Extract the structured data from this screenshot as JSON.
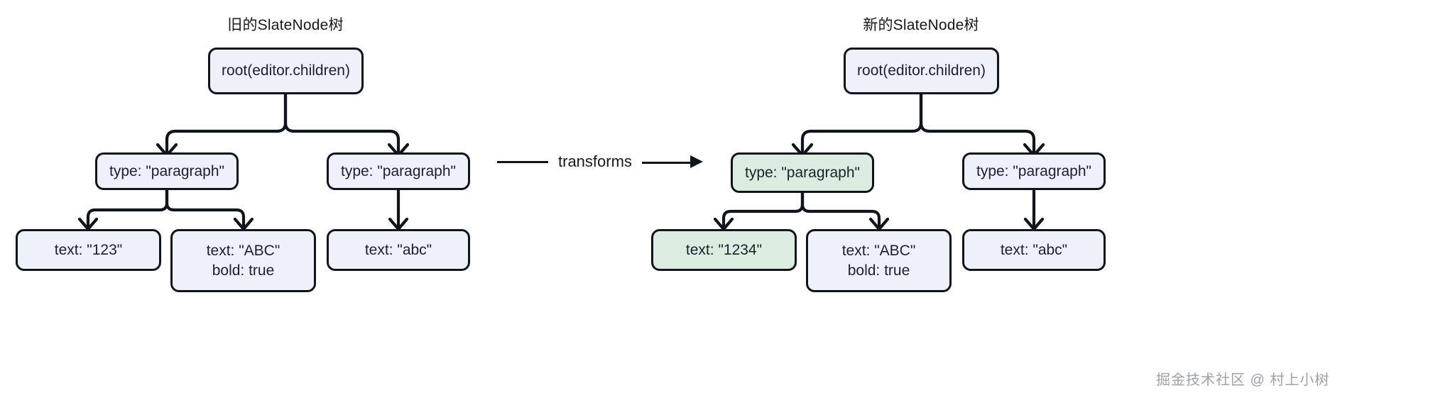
{
  "diagram": {
    "type": "tree-comparison",
    "background_color": "#ffffff",
    "node_fill_default": "#eef1fa",
    "node_fill_highlight": "#dcece0",
    "node_border_color": "#10141c",
    "connector_color": "#10141c",
    "transition_label": "transforms"
  },
  "left_tree": {
    "title": "旧的SlateNode树",
    "root": {
      "label": "root(editor.children)",
      "highlight": false
    },
    "level2": [
      {
        "label": "type: \"paragraph\"",
        "highlight": false
      },
      {
        "label": "type: \"paragraph\"",
        "highlight": false
      }
    ],
    "leaves": [
      {
        "line1": "text: \"123\"",
        "line2": "",
        "highlight": false
      },
      {
        "line1": "text: \"ABC\"",
        "line2": "bold: true",
        "highlight": false
      },
      {
        "line1": "text: \"abc\"",
        "line2": "",
        "highlight": false
      }
    ]
  },
  "right_tree": {
    "title": "新的SlateNode树",
    "root": {
      "label": "root(editor.children)",
      "highlight": false
    },
    "level2": [
      {
        "label": "type: \"paragraph\"",
        "highlight": true
      },
      {
        "label": "type: \"paragraph\"",
        "highlight": false
      }
    ],
    "leaves": [
      {
        "line1": "text: \"1234\"",
        "line2": "",
        "highlight": true
      },
      {
        "line1": "text: \"ABC\"",
        "line2": "bold: true",
        "highlight": false
      },
      {
        "line1": "text: \"abc\"",
        "line2": "",
        "highlight": false
      }
    ]
  },
  "watermark": "掘金技术社区 @ 村上小树"
}
